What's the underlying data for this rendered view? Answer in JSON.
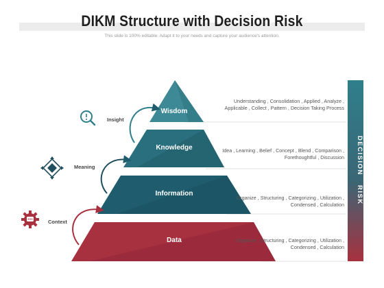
{
  "header": {
    "title": "DIKM Structure with Decision Risk",
    "subtitle": "This slide is 100% editable. Adapt it to your needs and capture your audience's attention."
  },
  "levels": [
    {
      "label": "Wisdom",
      "description": "Understanding , Consolidation , Applied , Analyze , Applicable , Collect , Pattern , Decision Taking Process",
      "color": "#3d8a96"
    },
    {
      "label": "Knowledge",
      "description": "Idea , Learning , Belief , Concept , Blend , Comparison , Forethoughtful , Discussion",
      "color": "#2a6f7d"
    },
    {
      "label": "Information",
      "description": "Organize , Structuring , Categorizing , Utilization , Condensed , Calculation",
      "color": "#1f5d6e"
    },
    {
      "label": "Data",
      "description": "Organize , Structuring , Categorizing , Utilization , Condensed , Calculation",
      "color": "#a8313f"
    }
  ],
  "side_labels": {
    "insight": "Insight",
    "meaning": "Meaning",
    "context": "Context"
  },
  "side_bar": {
    "top_text": "DECISION",
    "bottom_text": "RISK",
    "top_color": "#2f7f8c",
    "bottom_color": "#a8313f"
  },
  "icons": {
    "insight": "magnifier-lightbulb-icon",
    "meaning": "diamond-arrows-icon",
    "context": "gear-chat-icon"
  }
}
